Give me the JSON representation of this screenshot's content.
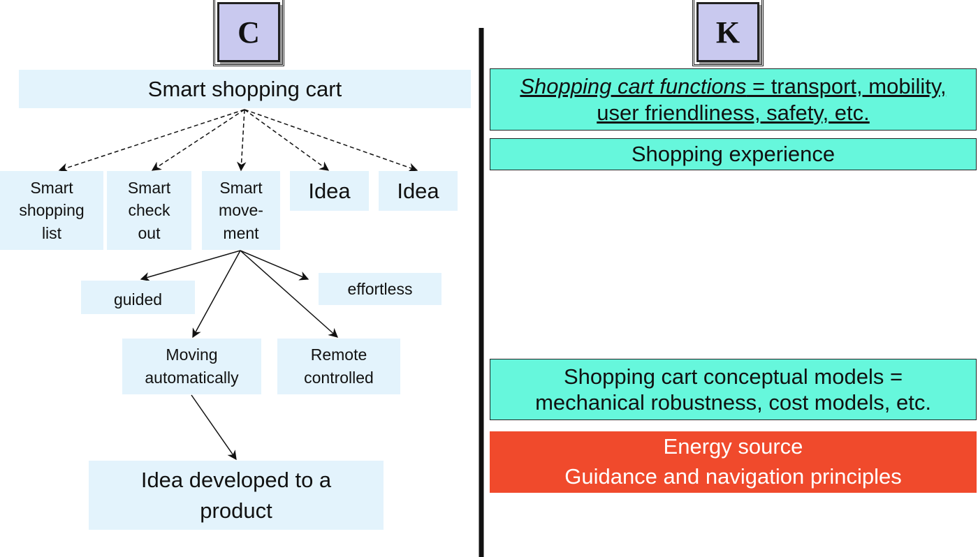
{
  "labels": {
    "c": "C",
    "k": "K"
  },
  "concepts": {
    "root": "Smart shopping cart",
    "smart_list": [
      "Smart",
      "shopping",
      "list"
    ],
    "smart_checkout": [
      "Smart",
      "check",
      "out"
    ],
    "smart_movement": [
      "Smart",
      "move-",
      "ment"
    ],
    "idea1": "Idea",
    "idea2": "Idea",
    "guided": "guided",
    "effortless": "effortless",
    "moving_auto": [
      "Moving",
      "automatically"
    ],
    "remote": [
      "Remote",
      "controlled"
    ],
    "product": [
      "Idea developed to a",
      "product"
    ]
  },
  "knowledge": {
    "functions_title": "Shopping cart functions",
    "functions_line1_rest": " = transport, mobility,",
    "functions_line2": "user friendliness, safety, etc.",
    "experience": "Shopping experience",
    "models_line1": "Shopping cart conceptual models =",
    "models_line2": "mechanical robustness, cost models, etc.",
    "energy": "Energy source",
    "guidance": "Guidance and navigation principles"
  },
  "colors": {
    "concept_box": "#e3f3fc",
    "knowledge_box": "#66f7dc",
    "highlight_box": "#f04a2c",
    "label_box": "#c9c9ef"
  }
}
